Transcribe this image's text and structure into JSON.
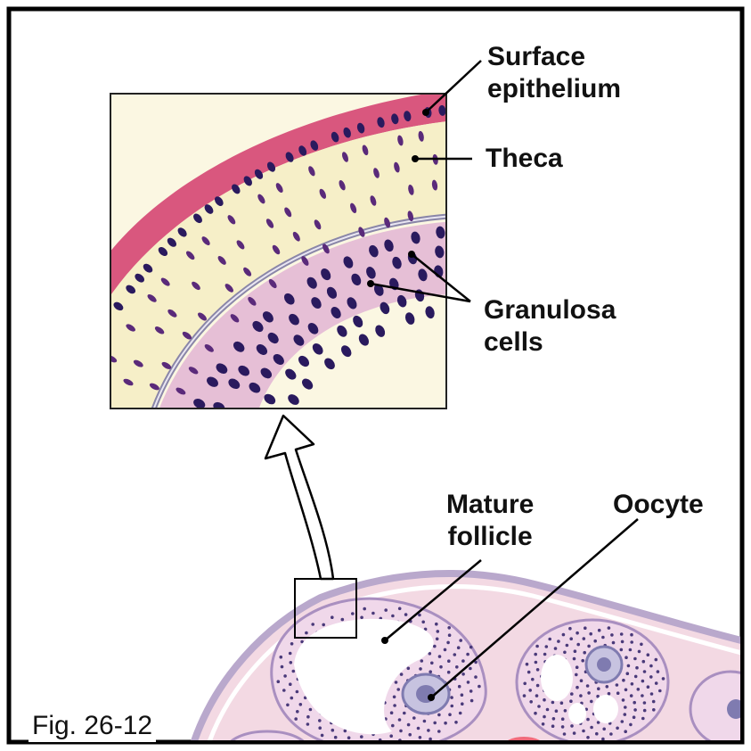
{
  "labels": {
    "surface_line1": "Surface",
    "surface_line2": "epithelium",
    "theca": "Theca",
    "granulosa_line1": "Granulosa",
    "granulosa_line2": "cells",
    "mature_line1": "Mature",
    "mature_line2": "follicle",
    "oocyte": "Oocyte"
  },
  "caption": "Fig. 26-12",
  "colors": {
    "border": "#000000",
    "epithelium": "#d9577e",
    "theca": "#f6efc8",
    "granulosa": "#e6bfd6",
    "nucleus": "#2a1a5e",
    "antrum": "#fbf7e2",
    "ovary_tissue": "#f3d9e3",
    "ovary_capsule": "#b9a8cc",
    "oocyte": "#8f8fbf"
  }
}
